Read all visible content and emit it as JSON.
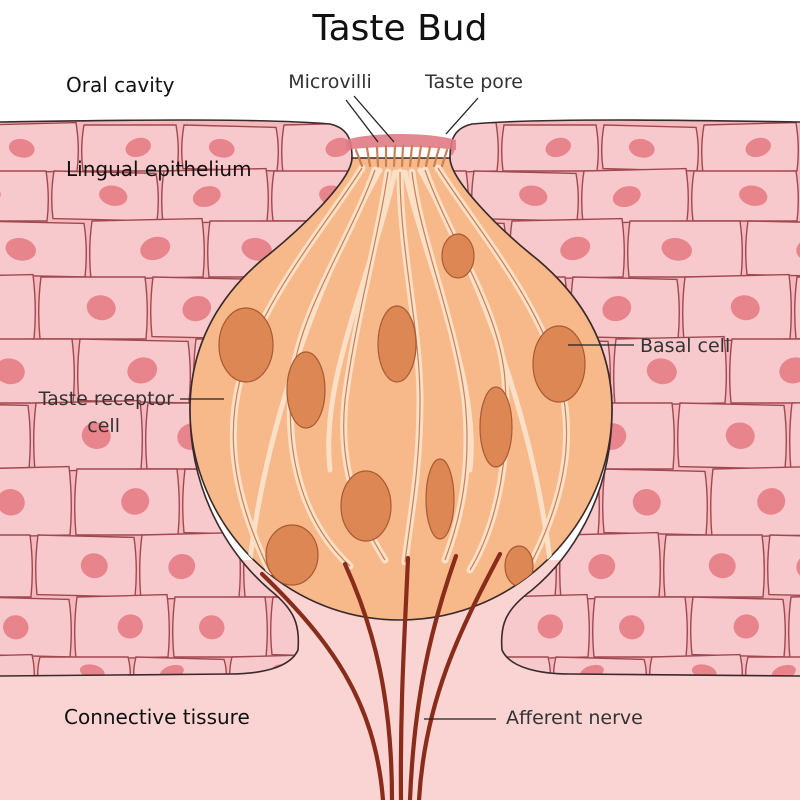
{
  "title": "Taste Bud",
  "labels": {
    "oral_cavity": "Oral cavity",
    "lingual_epithelium": "Lingual epithelium",
    "microvilli": "Microvilli",
    "taste_pore": "Taste pore",
    "basal_cell": "Basal cell",
    "taste_receptor_cell_line1": "Taste receptor",
    "taste_receptor_cell_line2": "cell",
    "connective_tissue": "Connective tissure",
    "afferent_nerve": "Afferent nerve"
  },
  "colors": {
    "epithelium_fill": "#f4b9bd",
    "epithelium_cell": "#f7c9cc",
    "epithelium_line": "#a0484f",
    "epithelium_nucleus": "#e8848c",
    "connective_fill": "#fad3d3",
    "bud_fill": "#f7b88a",
    "bud_cell_line": "#fbe0c8",
    "bud_nucleus": "#dc8754",
    "nerve": "#8a2c1a",
    "outline": "#3a2a2a"
  }
}
